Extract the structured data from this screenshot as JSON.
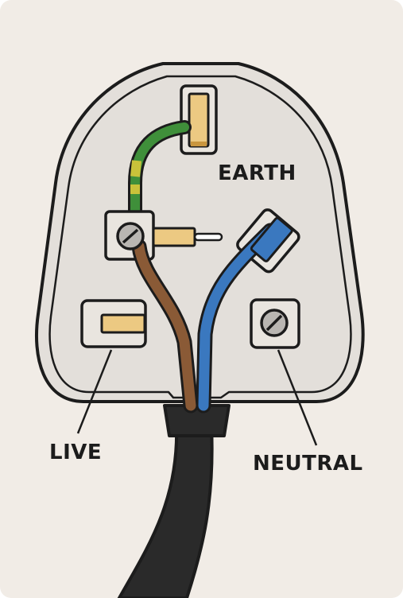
{
  "labels": {
    "earth": "EARTH",
    "live": "LIVE",
    "neutral": "NEUTRAL"
  },
  "colors": {
    "background": "#f1ece6",
    "plug_body": "#e3dfda",
    "outline": "#1c1c1c",
    "brass": "#ecc982",
    "earth_wire_green": "#3f8f3a",
    "earth_wire_yellow": "#c9c23a",
    "live_wire_brown": "#8a5a36",
    "neutral_wire_blue": "#3a78bf",
    "cable": "#2a2a2a"
  }
}
